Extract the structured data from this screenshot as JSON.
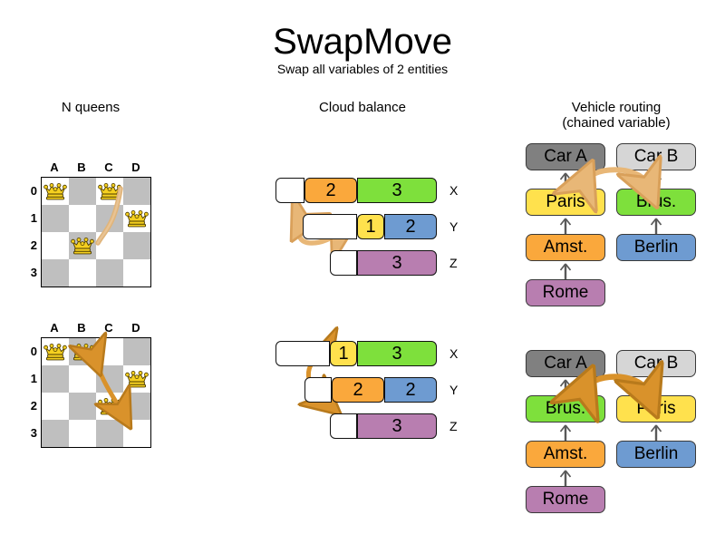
{
  "header": {
    "title": "SwapMove",
    "subtitle": "Swap all variables of 2 entities"
  },
  "columns": {
    "nqueens": {
      "heading": "N queens"
    },
    "cloud": {
      "heading": "Cloud balance"
    },
    "routing": {
      "heading_line1": "Vehicle routing",
      "heading_line2": "(chained variable)"
    }
  },
  "colors": {
    "yellow": "#FFE14D",
    "green": "#7EE03C",
    "orange": "#FAA83C",
    "blue": "#6E9BD1",
    "purple": "#B87EB0",
    "dark_gray": "#808080",
    "light_gray": "#D6D6D6",
    "board_dark": "#BFBFBF",
    "board_light": "#FFFFFF",
    "arrow_light": "#E8B777",
    "arrow_dark": "#D9922B",
    "queen_gold": "#F5D020"
  },
  "nqueens": {
    "files": [
      "A",
      "B",
      "C",
      "D"
    ],
    "ranks": [
      "0",
      "1",
      "2",
      "3"
    ],
    "before": {
      "queens": [
        {
          "file": "A",
          "rank": "0"
        },
        {
          "file": "C",
          "rank": "0"
        },
        {
          "file": "D",
          "rank": "1"
        },
        {
          "file": "B",
          "rank": "2"
        }
      ]
    },
    "after": {
      "queens": [
        {
          "file": "A",
          "rank": "0"
        },
        {
          "file": "B",
          "rank": "0"
        },
        {
          "file": "D",
          "rank": "1"
        },
        {
          "file": "C",
          "rank": "2"
        }
      ]
    }
  },
  "cloud": {
    "before": {
      "rows": [
        {
          "label": "X",
          "segments": [
            {
              "value": "",
              "color": "#FFFFFF",
              "width": 32
            },
            {
              "value": "2",
              "color": "#FAA83C",
              "width": 58
            },
            {
              "value": "3",
              "color": "#7EE03C",
              "width": 88
            }
          ]
        },
        {
          "label": "Y",
          "segments": [
            {
              "value": "",
              "color": "#FFFFFF",
              "width": 60
            },
            {
              "value": "1",
              "color": "#FFE14D",
              "width": 30
            },
            {
              "value": "2",
              "color": "#6E9BD1",
              "width": 58
            }
          ]
        },
        {
          "label": "Z",
          "segments": [
            {
              "value": "",
              "color": "#FFFFFF",
              "width": 30
            },
            {
              "value": "3",
              "color": "#B87EB0",
              "width": 88
            }
          ]
        }
      ]
    },
    "after": {
      "rows": [
        {
          "label": "X",
          "segments": [
            {
              "value": "",
              "color": "#FFFFFF",
              "width": 60
            },
            {
              "value": "1",
              "color": "#FFE14D",
              "width": 30
            },
            {
              "value": "3",
              "color": "#7EE03C",
              "width": 88
            }
          ]
        },
        {
          "label": "Y",
          "segments": [
            {
              "value": "",
              "color": "#FFFFFF",
              "width": 30
            },
            {
              "value": "2",
              "color": "#FAA83C",
              "width": 58
            },
            {
              "value": "2",
              "color": "#6E9BD1",
              "width": 58
            }
          ]
        },
        {
          "label": "Z",
          "segments": [
            {
              "value": "",
              "color": "#FFFFFF",
              "width": 30
            },
            {
              "value": "3",
              "color": "#B87EB0",
              "width": 88
            }
          ]
        }
      ]
    }
  },
  "routing": {
    "before": {
      "car_a": "Car A",
      "car_b": "Car B",
      "chain_a": [
        "Paris",
        "Amst.",
        "Rome"
      ],
      "chain_b": [
        "Brus.",
        "Berlin"
      ]
    },
    "after": {
      "car_a": "Car A",
      "car_b": "Car B",
      "chain_a": [
        "Brus.",
        "Amst.",
        "Rome"
      ],
      "chain_b": [
        "Paris",
        "Berlin"
      ]
    }
  }
}
